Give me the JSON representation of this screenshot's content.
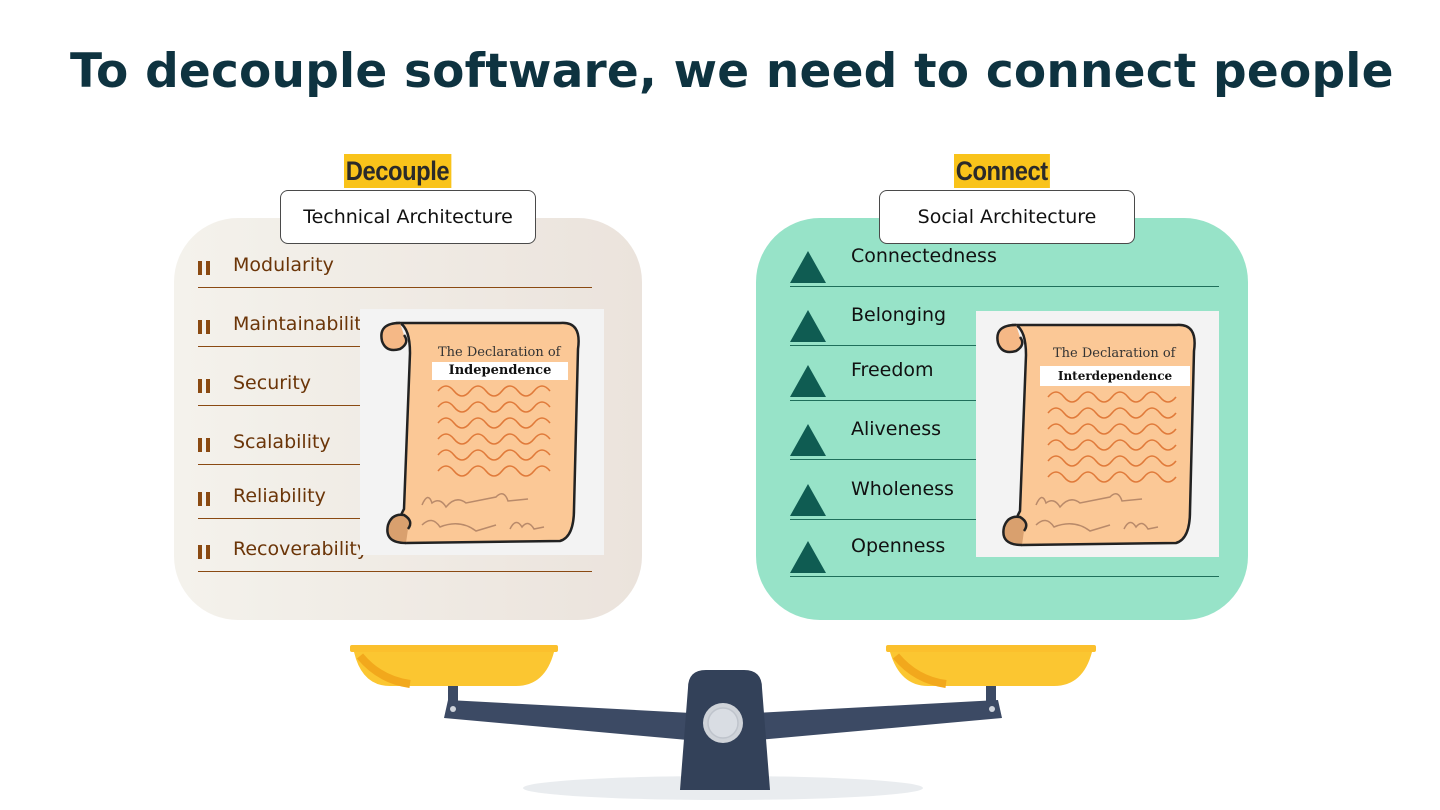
{
  "title": {
    "part1": "To ",
    "bold1": "decouple software",
    "part2": ", we need to ",
    "bold2": "connect people"
  },
  "left": {
    "tag": "Decouple",
    "header": "Technical Architecture",
    "items": [
      "Modularity",
      "Maintainability",
      "Security",
      "Scalability",
      "Reliability",
      "Recoverability"
    ],
    "document": {
      "line1": "The Declaration of",
      "line2": "Independence"
    },
    "accent": "#8a4a12"
  },
  "right": {
    "tag": "Connect",
    "header": "Social Architecture",
    "items": [
      "Connectedness",
      "Belonging",
      "Freedom",
      "Aliveness",
      "Wholeness",
      "Openness"
    ],
    "document": {
      "line1": "The Declaration of",
      "line2": "Interdependence"
    },
    "accent": "#0f5c52"
  },
  "colors": {
    "title": "#0e3340",
    "tag_bg": "#f9c31a",
    "left_panel": "#ece6df",
    "right_panel": "#97e3c8",
    "scale_pans": "#f9c31a",
    "scale_beam": "#3c4a64"
  }
}
